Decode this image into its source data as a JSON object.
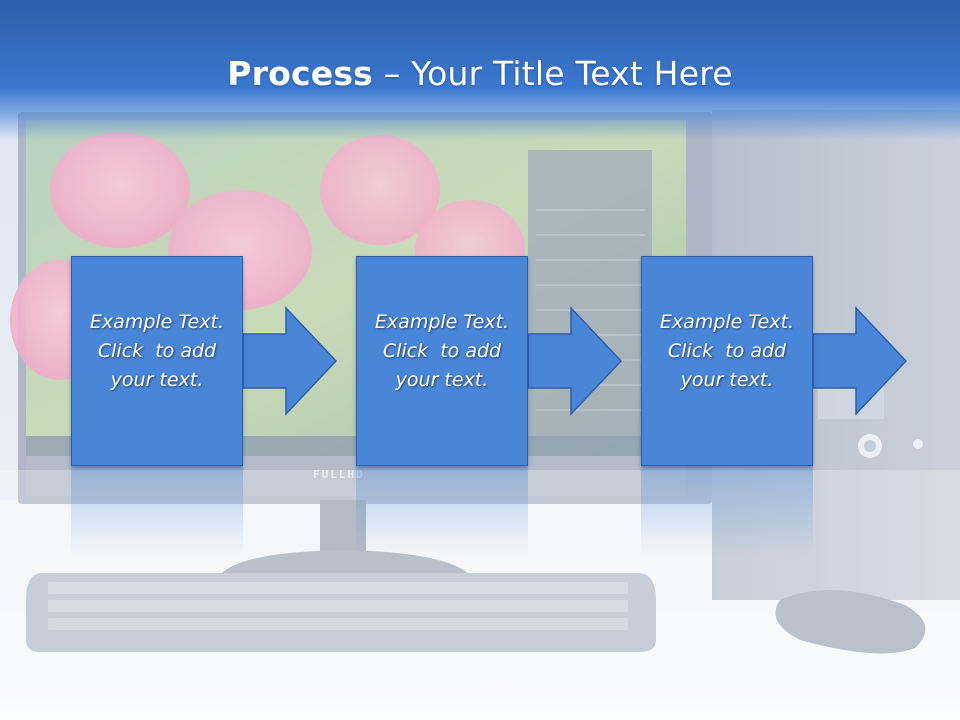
{
  "slide": {
    "title_bold": "Process",
    "title_rest": " – Your Title Text Here",
    "colors": {
      "title_band": "#3a77cf",
      "box_fill": "#4a86d8",
      "box_border": "#2c5ea8",
      "text": "#ffffff"
    },
    "monitor_brand": "FULLHD",
    "steps": [
      {
        "line1": "Example Text.",
        "line2": "Click  to add",
        "line3": "your text."
      },
      {
        "line1": "Example Text.",
        "line2": "Click  to add",
        "line3": "your text."
      },
      {
        "line1": "Example Text.",
        "line2": "Click  to add",
        "line3": "your text."
      }
    ]
  }
}
